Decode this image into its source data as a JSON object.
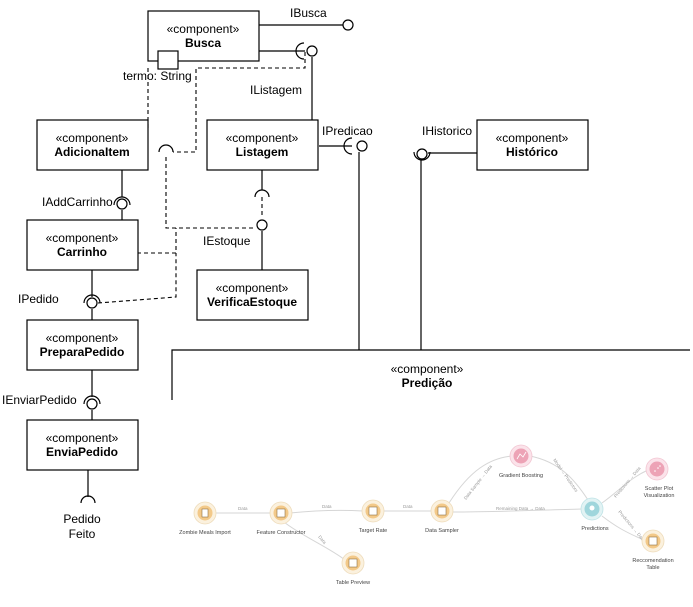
{
  "stereotype": "«component»",
  "components": {
    "busca": "Busca",
    "adiciona_item": "AdicionaItem",
    "listagem": "Listagem",
    "historico": "Histórico",
    "carrinho": "Carrinho",
    "verifica_estoque": "VerificaEstoque",
    "prepara_pedido": "PreparaPedido",
    "envia_pedido": "EnviaPedido",
    "predicao": "Predição"
  },
  "interfaces": {
    "ibusca": "IBusca",
    "ilistagem": "IListagem",
    "ipredicao": "IPredicao",
    "ihistorico": "IHistorico",
    "iaddcarrinho": "IAddCarrinho",
    "iestoque": "IEstoque",
    "ipedido": "IPedido",
    "ienviarpedido": "IEnviarPedido"
  },
  "port_label": "termo: String",
  "pedido_feito": {
    "line1": "Pedido",
    "line2": "Feito"
  },
  "workflow": {
    "nodes": {
      "zombie": "Zombie Meals Import",
      "feature": "Feature Constructor",
      "target": "Target Rate",
      "preview": "Table Preview",
      "sampler": "Data Sampler",
      "gradient": "Gradient Boosting",
      "predictions": "Predictions",
      "scatter": "Scatter Plot Visualization",
      "scatter_line1": "Scatter Plot",
      "scatter_line2": "Visualization",
      "recommend_line1": "Reccomendation",
      "recommend_line2": "Table"
    },
    "edges": {
      "data1": "Data",
      "data2": "Data",
      "data3": "Data",
      "data4": "Data",
      "data_sample_data": "Data Sample → Data",
      "remaining": "Remaining Data → Data",
      "model_predictors": "Model → Predictors",
      "predictions_data1": "Predictions → Data",
      "predictions_data2": "Predictions → Data"
    }
  }
}
